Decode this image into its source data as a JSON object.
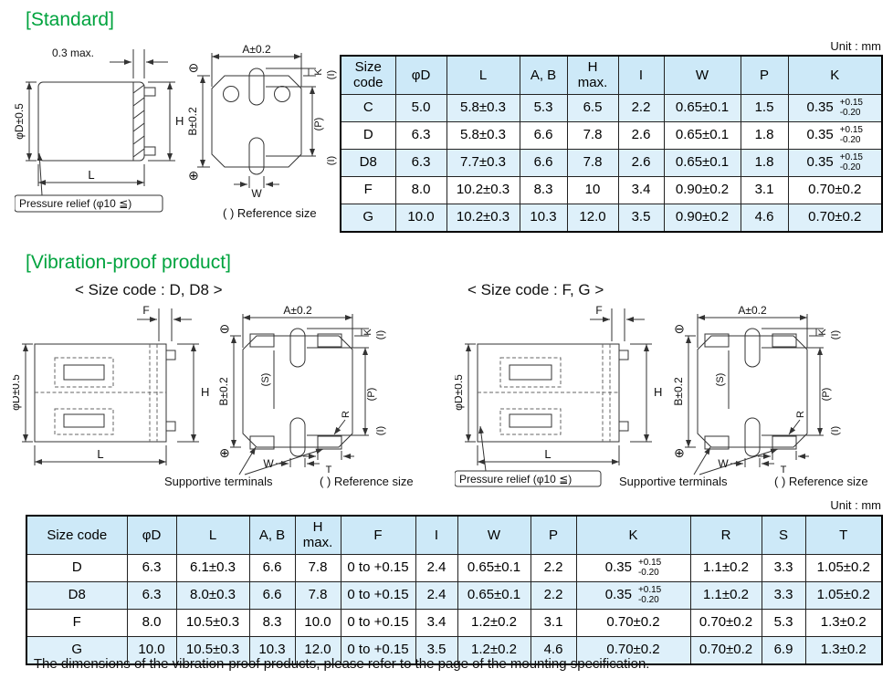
{
  "page": {
    "unit_label": "Unit : mm",
    "footer_note": "· The dimensions of the vibration-proof products, please refer to the page of the mounting specification."
  },
  "drawing_labels": {
    "top_gap": "0.3 max.",
    "phi_d": "φD±0.5",
    "h": "H",
    "l": "L",
    "f": "F",
    "a": "A±0.2",
    "b": "B±0.2",
    "k": "K",
    "i_ref": "(I)",
    "p_ref": "(P)",
    "s_ref": "(S)",
    "r": "R",
    "t": "T",
    "w": "W",
    "minus": "⊖",
    "plus": "⊕",
    "pressure_relief": "Pressure relief (φ10 ≦)",
    "reference_size": "( ) Reference size",
    "supportive_terminals": "Supportive terminals"
  },
  "standard": {
    "heading": "[Standard]",
    "table": {
      "headers": [
        "Size\ncode",
        "φD",
        "L",
        "A, B",
        "H\nmax.",
        "I",
        "W",
        "P",
        "K"
      ],
      "rows": [
        [
          "C",
          "5.0",
          "5.8±0.3",
          "5.3",
          "6.5",
          "2.2",
          "0.65±0.1",
          "1.5",
          {
            "main": "0.35",
            "tol_top": "+0.15",
            "tol_bot": "-0.20"
          }
        ],
        [
          "D",
          "6.3",
          "5.8±0.3",
          "6.6",
          "7.8",
          "2.6",
          "0.65±0.1",
          "1.8",
          {
            "main": "0.35",
            "tol_top": "+0.15",
            "tol_bot": "-0.20"
          }
        ],
        [
          "D8",
          "6.3",
          "7.7±0.3",
          "6.6",
          "7.8",
          "2.6",
          "0.65±0.1",
          "1.8",
          {
            "main": "0.35",
            "tol_top": "+0.15",
            "tol_bot": "-0.20"
          }
        ],
        [
          "F",
          "8.0",
          "10.2±0.3",
          "8.3",
          "10",
          "3.4",
          "0.90±0.2",
          "3.1",
          "0.70±0.2"
        ],
        [
          "G",
          "10.0",
          "10.2±0.3",
          "10.3",
          "12.0",
          "3.5",
          "0.90±0.2",
          "4.6",
          "0.70±0.2"
        ]
      ]
    }
  },
  "vibration": {
    "heading": "[Vibration-proof product]",
    "size_code_d_d8": "< Size code : D, D8 >",
    "size_code_f_g": "< Size code : F, G >",
    "table": {
      "headers": [
        "Size code",
        "φD",
        "L",
        "A, B",
        "H\nmax.",
        "F",
        "I",
        "W",
        "P",
        "K",
        "R",
        "S",
        "T"
      ],
      "rows": [
        [
          "D",
          "6.3",
          "6.1±0.3",
          "6.6",
          "7.8",
          "0 to +0.15",
          "2.4",
          "0.65±0.1",
          "2.2",
          {
            "main": "0.35",
            "tol_top": "+0.15",
            "tol_bot": "-0.20"
          },
          "1.1±0.2",
          "3.3",
          "1.05±0.2"
        ],
        [
          "D8",
          "6.3",
          "8.0±0.3",
          "6.6",
          "7.8",
          "0 to +0.15",
          "2.4",
          "0.65±0.1",
          "2.2",
          {
            "main": "0.35",
            "tol_top": "+0.15",
            "tol_bot": "-0.20"
          },
          "1.1±0.2",
          "3.3",
          "1.05±0.2"
        ],
        [
          "F",
          "8.0",
          "10.5±0.3",
          "8.3",
          "10.0",
          "0 to +0.15",
          "3.4",
          "1.2±0.2",
          "3.1",
          "0.70±0.2",
          "0.70±0.2",
          "5.3",
          "1.3±0.2"
        ],
        [
          "G",
          "10.0",
          "10.5±0.3",
          "10.3",
          "12.0",
          "0 to +0.15",
          "3.5",
          "1.2±0.2",
          "4.6",
          "0.70±0.2",
          "0.70±0.2",
          "6.9",
          "1.3±0.2"
        ]
      ]
    }
  }
}
